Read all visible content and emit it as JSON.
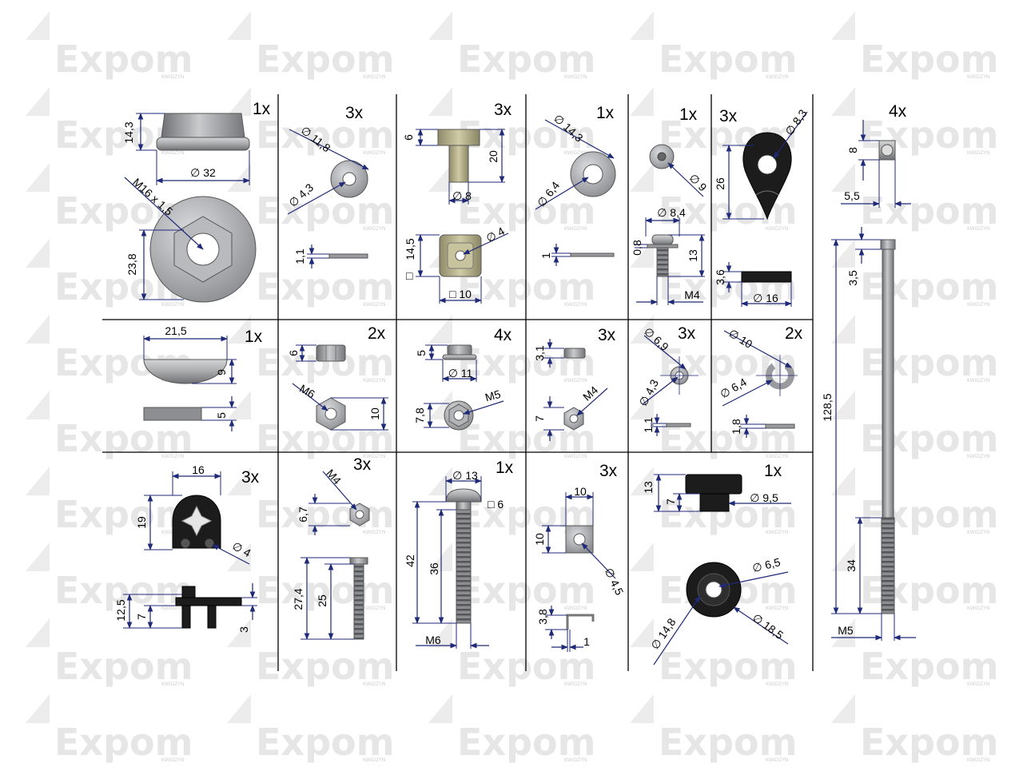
{
  "watermark": {
    "brand": "Expom",
    "city": "KWIDZYN"
  },
  "colors": {
    "dimension": "#1f2a78",
    "metal": "#a8a9ab",
    "black_part": "#1c1c1c",
    "brass": "#b7b38c"
  },
  "cells": [
    {
      "id": "flange-nut",
      "qty": "1x",
      "dims": [
        "14,3",
        "∅ 32",
        "M16 x 1,5",
        "23,8"
      ]
    },
    {
      "id": "washer-4-3",
      "qty": "3x",
      "dims": [
        "∅ 11,8",
        "∅ 4,3",
        "1,1"
      ]
    },
    {
      "id": "square-spacer",
      "qty": "3x",
      "dims": [
        "6",
        "20",
        "∅ 8",
        "14,5",
        "∅ 4",
        "□",
        "□ 10"
      ]
    },
    {
      "id": "washer-6-4",
      "qty": "1x",
      "dims": [
        "∅ 14,3",
        "∅ 6,4",
        "1"
      ]
    },
    {
      "id": "screw-m4-washer",
      "qty": "1x",
      "dims": [
        "∅ 9",
        "∅ 8,4",
        "0,8",
        "13",
        "M4"
      ]
    },
    {
      "id": "cable-clip",
      "qty": "3x",
      "dims": [
        "∅ 8,3",
        "26",
        "3,6",
        "∅ 16"
      ]
    },
    {
      "id": "long-bolt",
      "qty": "4x",
      "dims": [
        "8",
        "5,5",
        "3,5",
        "128,5",
        "34",
        "M5"
      ]
    },
    {
      "id": "woodruff-key",
      "qty": "1x",
      "dims": [
        "21,5",
        "9",
        "5"
      ]
    },
    {
      "id": "nut-m6",
      "qty": "2x",
      "dims": [
        "6",
        "M6",
        "10"
      ]
    },
    {
      "id": "flange-nut-m5",
      "qty": "4x",
      "dims": [
        "5",
        "∅ 11",
        "7,8",
        "M5"
      ]
    },
    {
      "id": "nut-m4",
      "qty": "3x",
      "dims": [
        "3,1",
        "7",
        "M4"
      ]
    },
    {
      "id": "washer-4-3-b",
      "qty": "3x",
      "dims": [
        "∅ 6,9",
        "∅ 4,3",
        "1,1"
      ]
    },
    {
      "id": "split-washer",
      "qty": "2x",
      "dims": [
        "∅ 10",
        "∅ 6,4",
        "1,8"
      ]
    },
    {
      "id": "plastic-clip",
      "qty": "3x",
      "dims": [
        "16",
        "19",
        "∅ 4",
        "12,5",
        "7",
        "3"
      ]
    },
    {
      "id": "nut-and-bolt-m4",
      "qty": "3x",
      "dims": [
        "M4",
        "6,7",
        "27,4",
        "25"
      ]
    },
    {
      "id": "carriage-bolt",
      "qty": "1x",
      "dims": [
        "∅ 13",
        "□ 6",
        "42",
        "36",
        "M6"
      ]
    },
    {
      "id": "clip-nut",
      "qty": "3x",
      "dims": [
        "10",
        "10",
        "∅ 4,5",
        "3,8",
        "1"
      ]
    },
    {
      "id": "rubber-foot",
      "qty": "1x",
      "dims": [
        "13",
        "7",
        "∅ 9,5",
        "∅ 6,5",
        "∅ 14,8",
        "∅ 18,5"
      ]
    }
  ]
}
